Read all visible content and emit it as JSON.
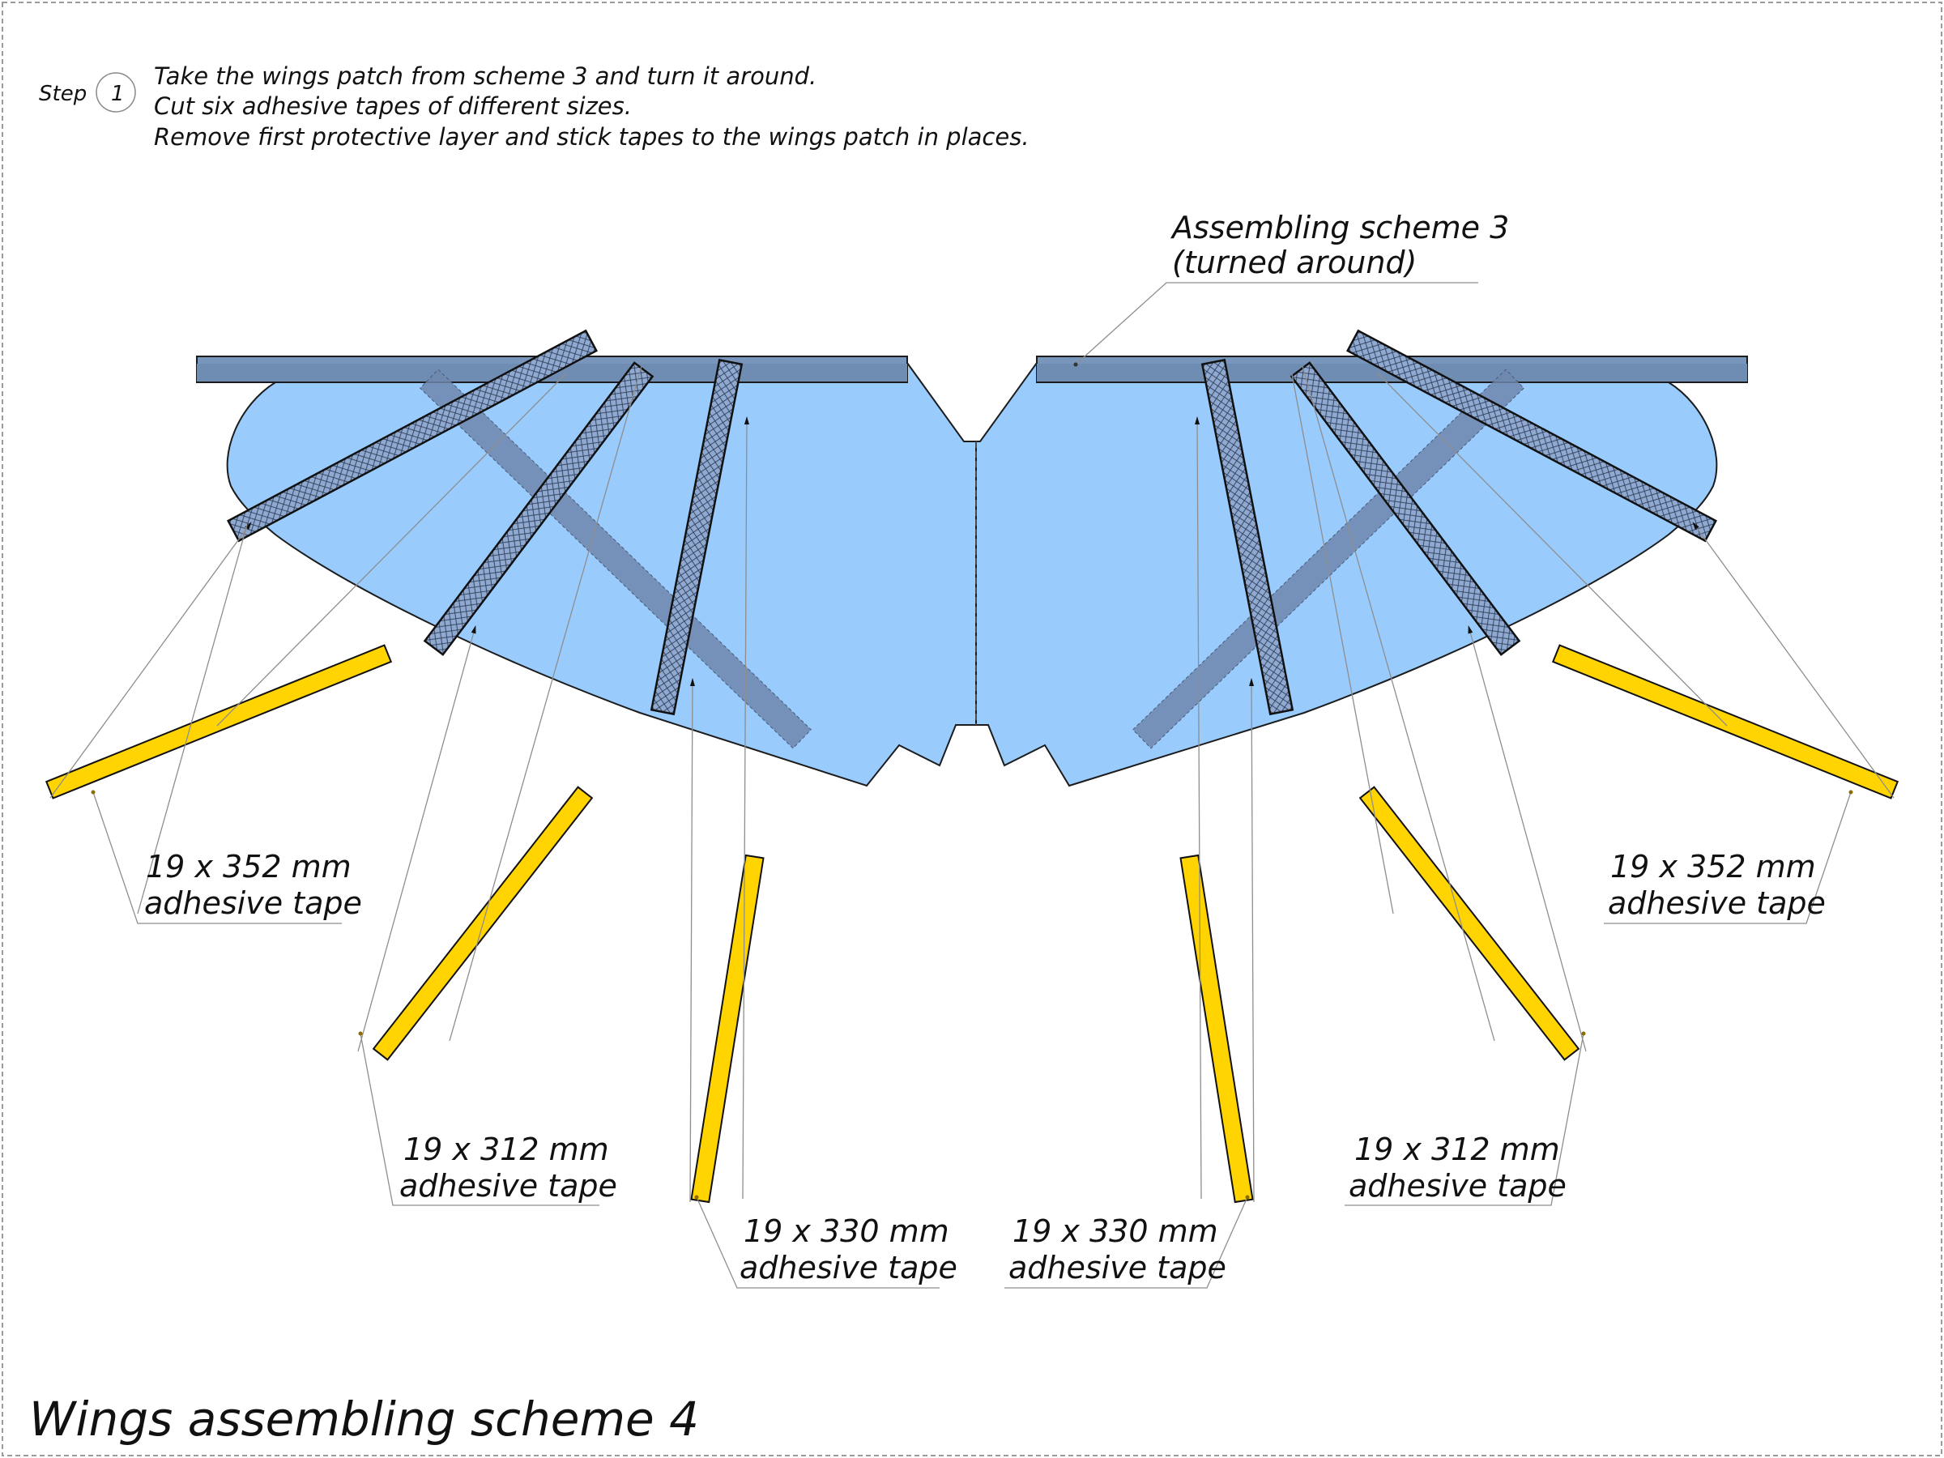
{
  "step": {
    "word": "Step",
    "number": "1",
    "lines": [
      "Take the wings patch from scheme 3 and turn it around.",
      "Cut six adhesive tapes of different sizes.",
      "Remove first protective layer and stick tapes to the wings patch in places."
    ]
  },
  "callout": {
    "line1": "Assembling scheme 3",
    "line2": "(turned around)"
  },
  "tapes": [
    {
      "size": "19 x 352 mm",
      "kind": "adhesive tape"
    },
    {
      "size": "19 x 312 mm",
      "kind": "adhesive tape"
    },
    {
      "size": "19 x 330 mm",
      "kind": "adhesive tape"
    },
    {
      "size": "19 x 330 mm",
      "kind": "adhesive tape"
    },
    {
      "size": "19 x 312 mm",
      "kind": "adhesive tape"
    },
    {
      "size": "19 x 352 mm",
      "kind": "adhesive tape"
    }
  ],
  "title": "Wings assembling scheme 4",
  "colors": {
    "wing": "#99cbfd",
    "strip": "#7895bc",
    "tape": "#ffd400",
    "frame": "#9b9b9b",
    "leader": "#8e8e8e"
  }
}
